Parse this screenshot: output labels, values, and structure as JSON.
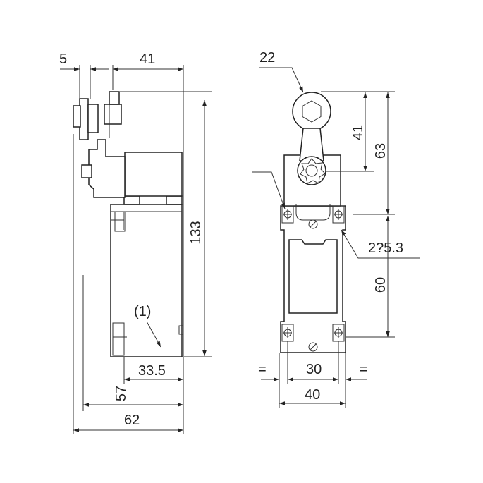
{
  "side_view": {
    "dim_top_small": "5",
    "dim_top_width": "41",
    "dim_height": "133",
    "callout": "(1)",
    "dim_33_5": "33.5",
    "dim_57": "57",
    "dim_62": "62"
  },
  "front_view": {
    "dim_roller": "22",
    "dim_41": "41",
    "dim_63": "63",
    "dim_holes": "2?5.3",
    "dim_60": "60",
    "dim_30": "30",
    "dim_40": "40",
    "eq_left": "=",
    "eq_right": "="
  }
}
